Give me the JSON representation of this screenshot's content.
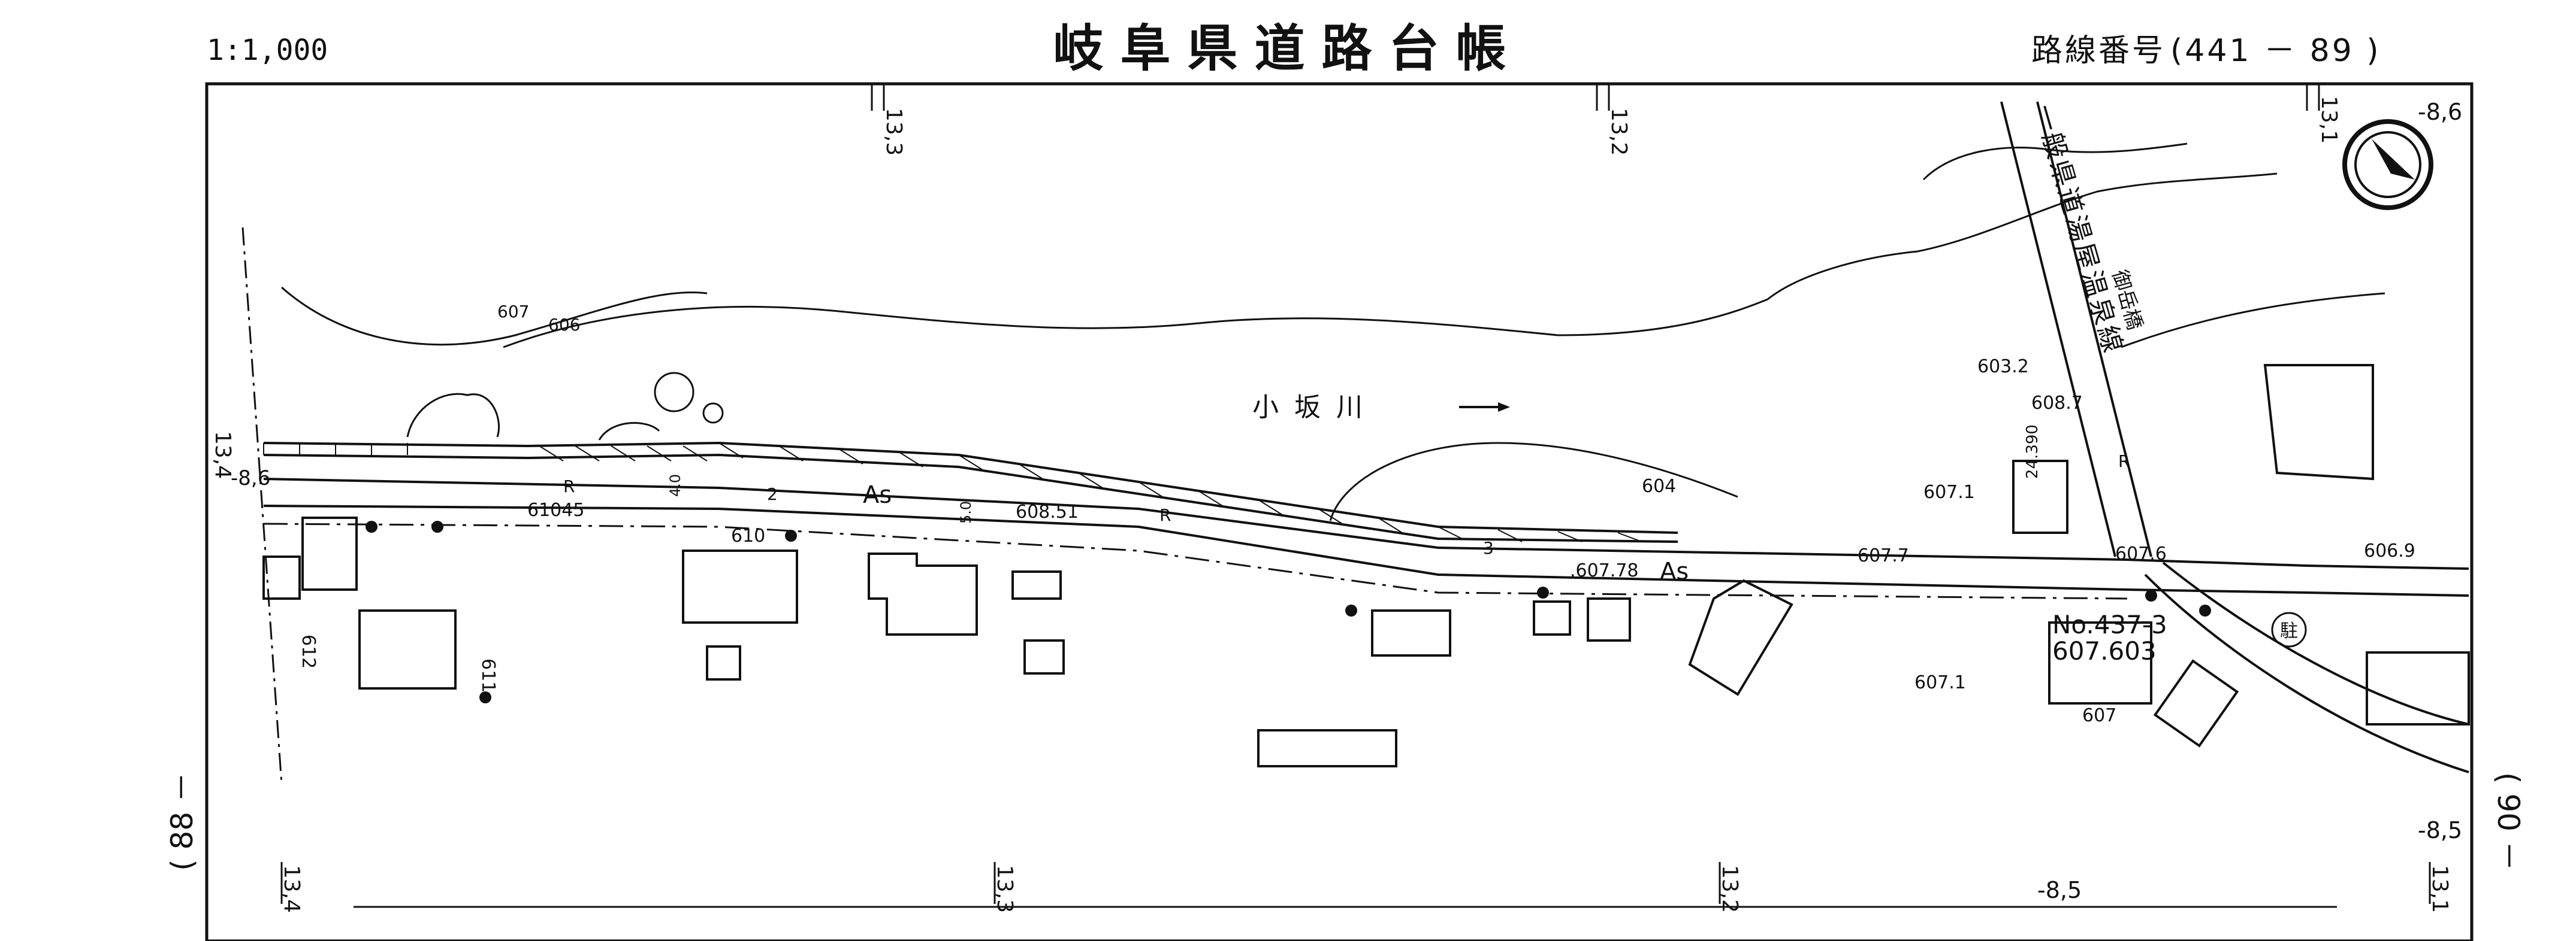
{
  "header": {
    "title": "岐阜県道路台帳",
    "scale": "1:1,000",
    "route_label": "路線番号",
    "route_number": "(441 － 89 )"
  },
  "side_labels": {
    "left": "( 88 －",
    "right": "( 90 －"
  },
  "stations": {
    "top": [
      "13,3",
      "13,2",
      "13,1"
    ],
    "bottom": [
      "13,4",
      "13,3",
      "13,2",
      "13,1"
    ],
    "left_edge": "13,4",
    "offsets": {
      "top_right": "-8,6",
      "left_edge": "-8,6",
      "bottom_right": "-8,5",
      "bottom_center": "-8,5"
    }
  },
  "map_labels": {
    "river": "小坂川",
    "crossing_road": "一般県道湯屋温泉線",
    "bridge": "御岳橋",
    "surface_left": "As",
    "surface_right": "As",
    "parking": "駐",
    "benchmark_no": "No.437-3",
    "benchmark_elev": "607.603"
  },
  "elevations": {
    "contour_607": "607",
    "contour_606": "606",
    "contour_604": "604",
    "spot_61045": "61045",
    "spot_60851": "608.51",
    "spot_610": "610",
    "spot_60778": ".607.78",
    "spot_6077": "607.7",
    "spot_6076": "607.6",
    "spot_6069": "606.9",
    "spot_6071a": "607.1",
    "spot_6071b": "607.1",
    "spot_6087": "608.7",
    "spot_6032": "603.2",
    "spot_607b": "607",
    "contour_612": "612",
    "contour_611": "611"
  },
  "section_numbers": {
    "n2": "2",
    "n3": "3"
  },
  "markers": {
    "r1": "R",
    "r2": "R",
    "r3": "R",
    "width": "24.390",
    "c1": "4.0",
    "c2": "5.0"
  },
  "colors": {
    "ink": "#111111",
    "paper": "#ffffff"
  }
}
